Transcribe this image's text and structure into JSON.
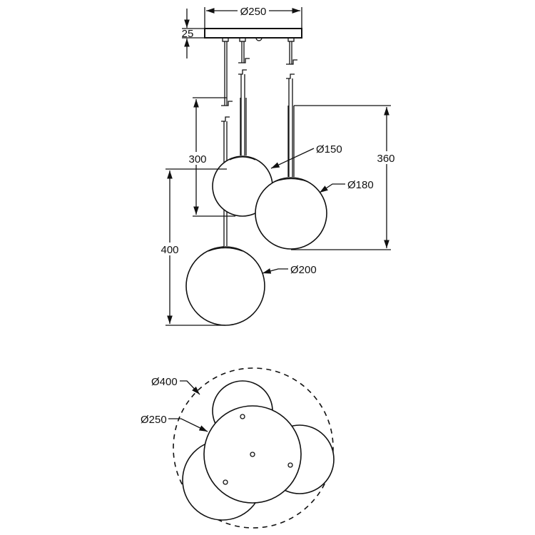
{
  "labels": {
    "canopy_diameter": "Ø250",
    "canopy_height": "25",
    "drop_300": "300",
    "drop_400": "400",
    "drop_360": "360",
    "ball_small": "Ø150",
    "ball_medium": "Ø180",
    "ball_large": "Ø200",
    "plan_outer": "Ø400",
    "plan_canopy": "Ø250"
  }
}
